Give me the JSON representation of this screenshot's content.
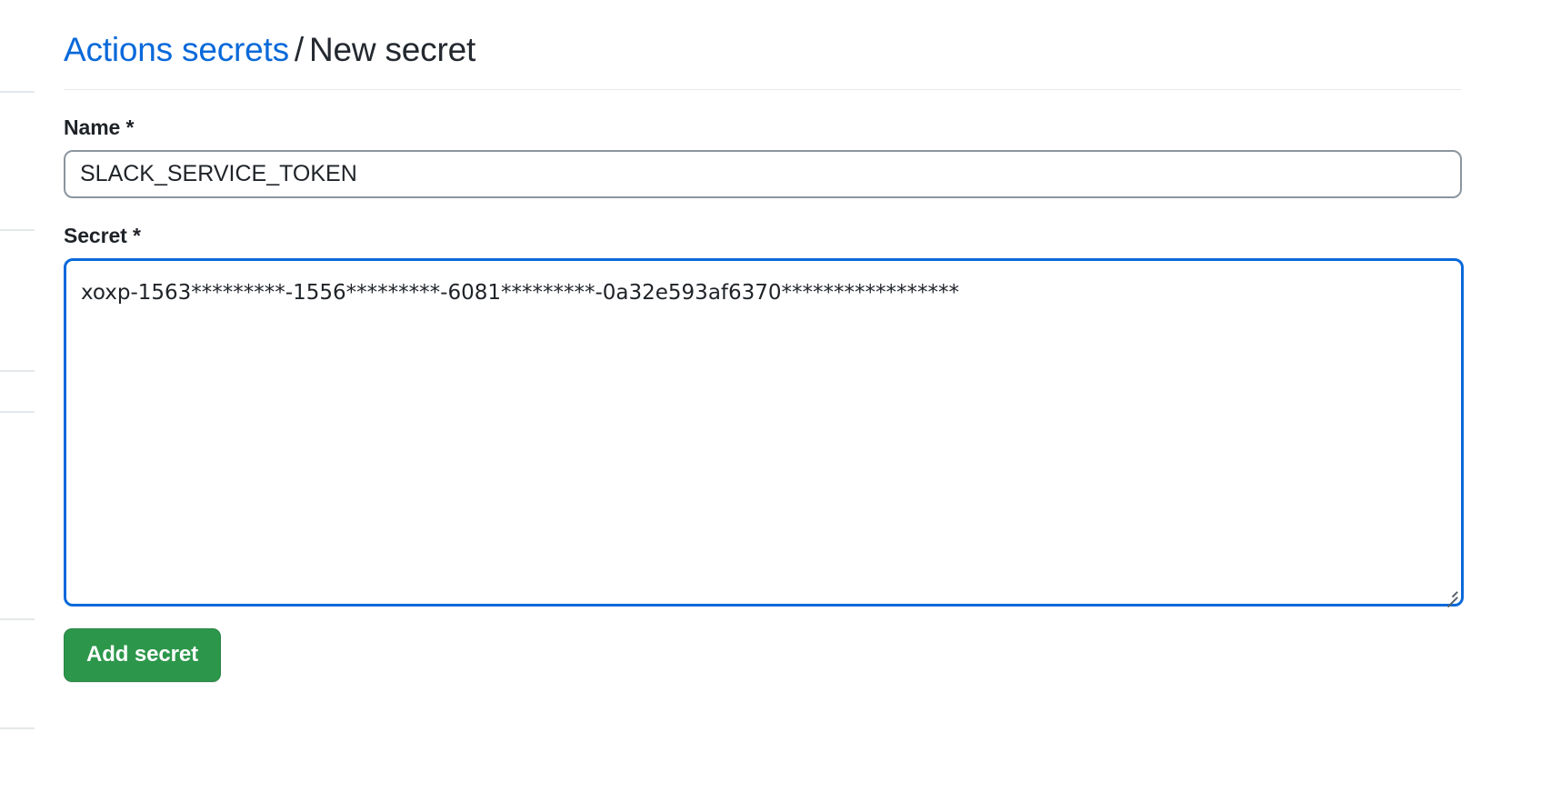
{
  "breadcrumb": {
    "parent_label": "Actions secrets",
    "separator": "/",
    "current_label": "New secret"
  },
  "form": {
    "name_field": {
      "label": "Name *",
      "value": "SLACK_SERVICE_TOKEN",
      "placeholder": ""
    },
    "secret_field": {
      "label": "Secret *",
      "value": "xoxp-1563*********-1556*********-6081*********-0a32e593af6370*****************\n",
      "placeholder": ""
    },
    "submit_label": "Add secret"
  },
  "colors": {
    "link": "#0969da",
    "focus_border": "#0969da",
    "input_border": "#8c959f",
    "button_green": "#2c974b",
    "text": "#24292f",
    "divider": "#e8ebee"
  }
}
